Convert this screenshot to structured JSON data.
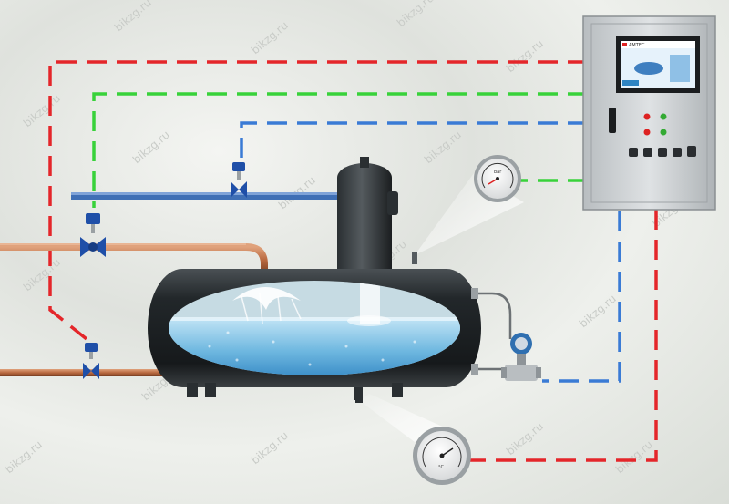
{
  "watermark": "bikzg.ru",
  "colors": {
    "signal_red": "#e4262a",
    "signal_green": "#38d23a",
    "signal_blue": "#3a7bd5",
    "pipe_copper": "#b8683f",
    "pipe_blue": "#3f6fb5",
    "tank_body": "#1f2326",
    "water": "#6fb8e0",
    "valve_actuator": "#1f4fa8",
    "cabinet": "#c9cdd0"
  },
  "panel": {
    "screen_brand": "AMTEC"
  },
  "gauges": {
    "pressure": {
      "unit": "bar"
    },
    "thermometer": {
      "unit": "°C"
    }
  },
  "icons": [
    "control-cabinet",
    "touch-screen",
    "pressure-gauge",
    "thermometer",
    "level-transmitter",
    "control-valve",
    "spray-nozzle",
    "deaerator-tank"
  ]
}
